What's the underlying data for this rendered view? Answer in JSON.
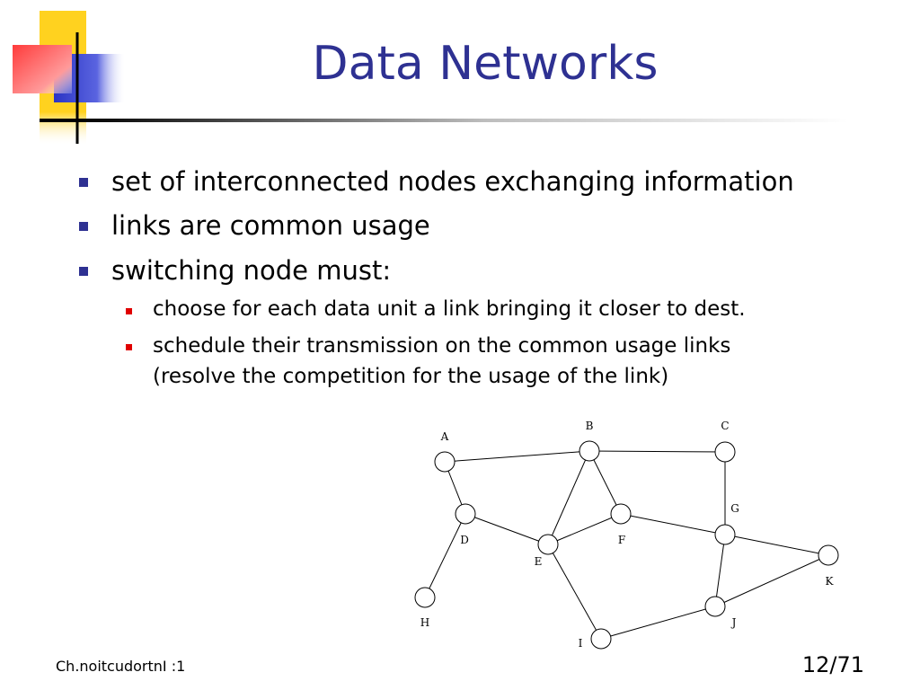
{
  "title": "Data Networks",
  "bullets": [
    "set of interconnected nodes exchanging information",
    "links are common usage",
    "switching node must:"
  ],
  "sub_bullets": [
    "choose for each data unit a link bringing it closer to dest.",
    "schedule their transmission on the common usage links",
    "(resolve the competition for the usage of the link)"
  ],
  "network": {
    "nodes": [
      "A",
      "B",
      "C",
      "D",
      "E",
      "F",
      "G",
      "H",
      "I",
      "J",
      "K"
    ],
    "links": [
      [
        "A",
        "B"
      ],
      [
        "B",
        "C"
      ],
      [
        "A",
        "D"
      ],
      [
        "D",
        "H"
      ],
      [
        "D",
        "E"
      ],
      [
        "B",
        "E"
      ],
      [
        "B",
        "F"
      ],
      [
        "E",
        "F"
      ],
      [
        "F",
        "G"
      ],
      [
        "C",
        "G"
      ],
      [
        "G",
        "K"
      ],
      [
        "G",
        "J"
      ],
      [
        "E",
        "I"
      ],
      [
        "I",
        "J"
      ],
      [
        "J",
        "K"
      ]
    ]
  },
  "footer": {
    "chapter": "Ch.noitcudortnI :1",
    "page": "12/71"
  },
  "colors": {
    "title": "#2e3192",
    "bullet_l1": "#2e3192",
    "bullet_l2": "#e00000",
    "logo_yellow": "#ffd21f",
    "logo_blue": "#2b35c4",
    "logo_red": "#ff4a4a"
  }
}
